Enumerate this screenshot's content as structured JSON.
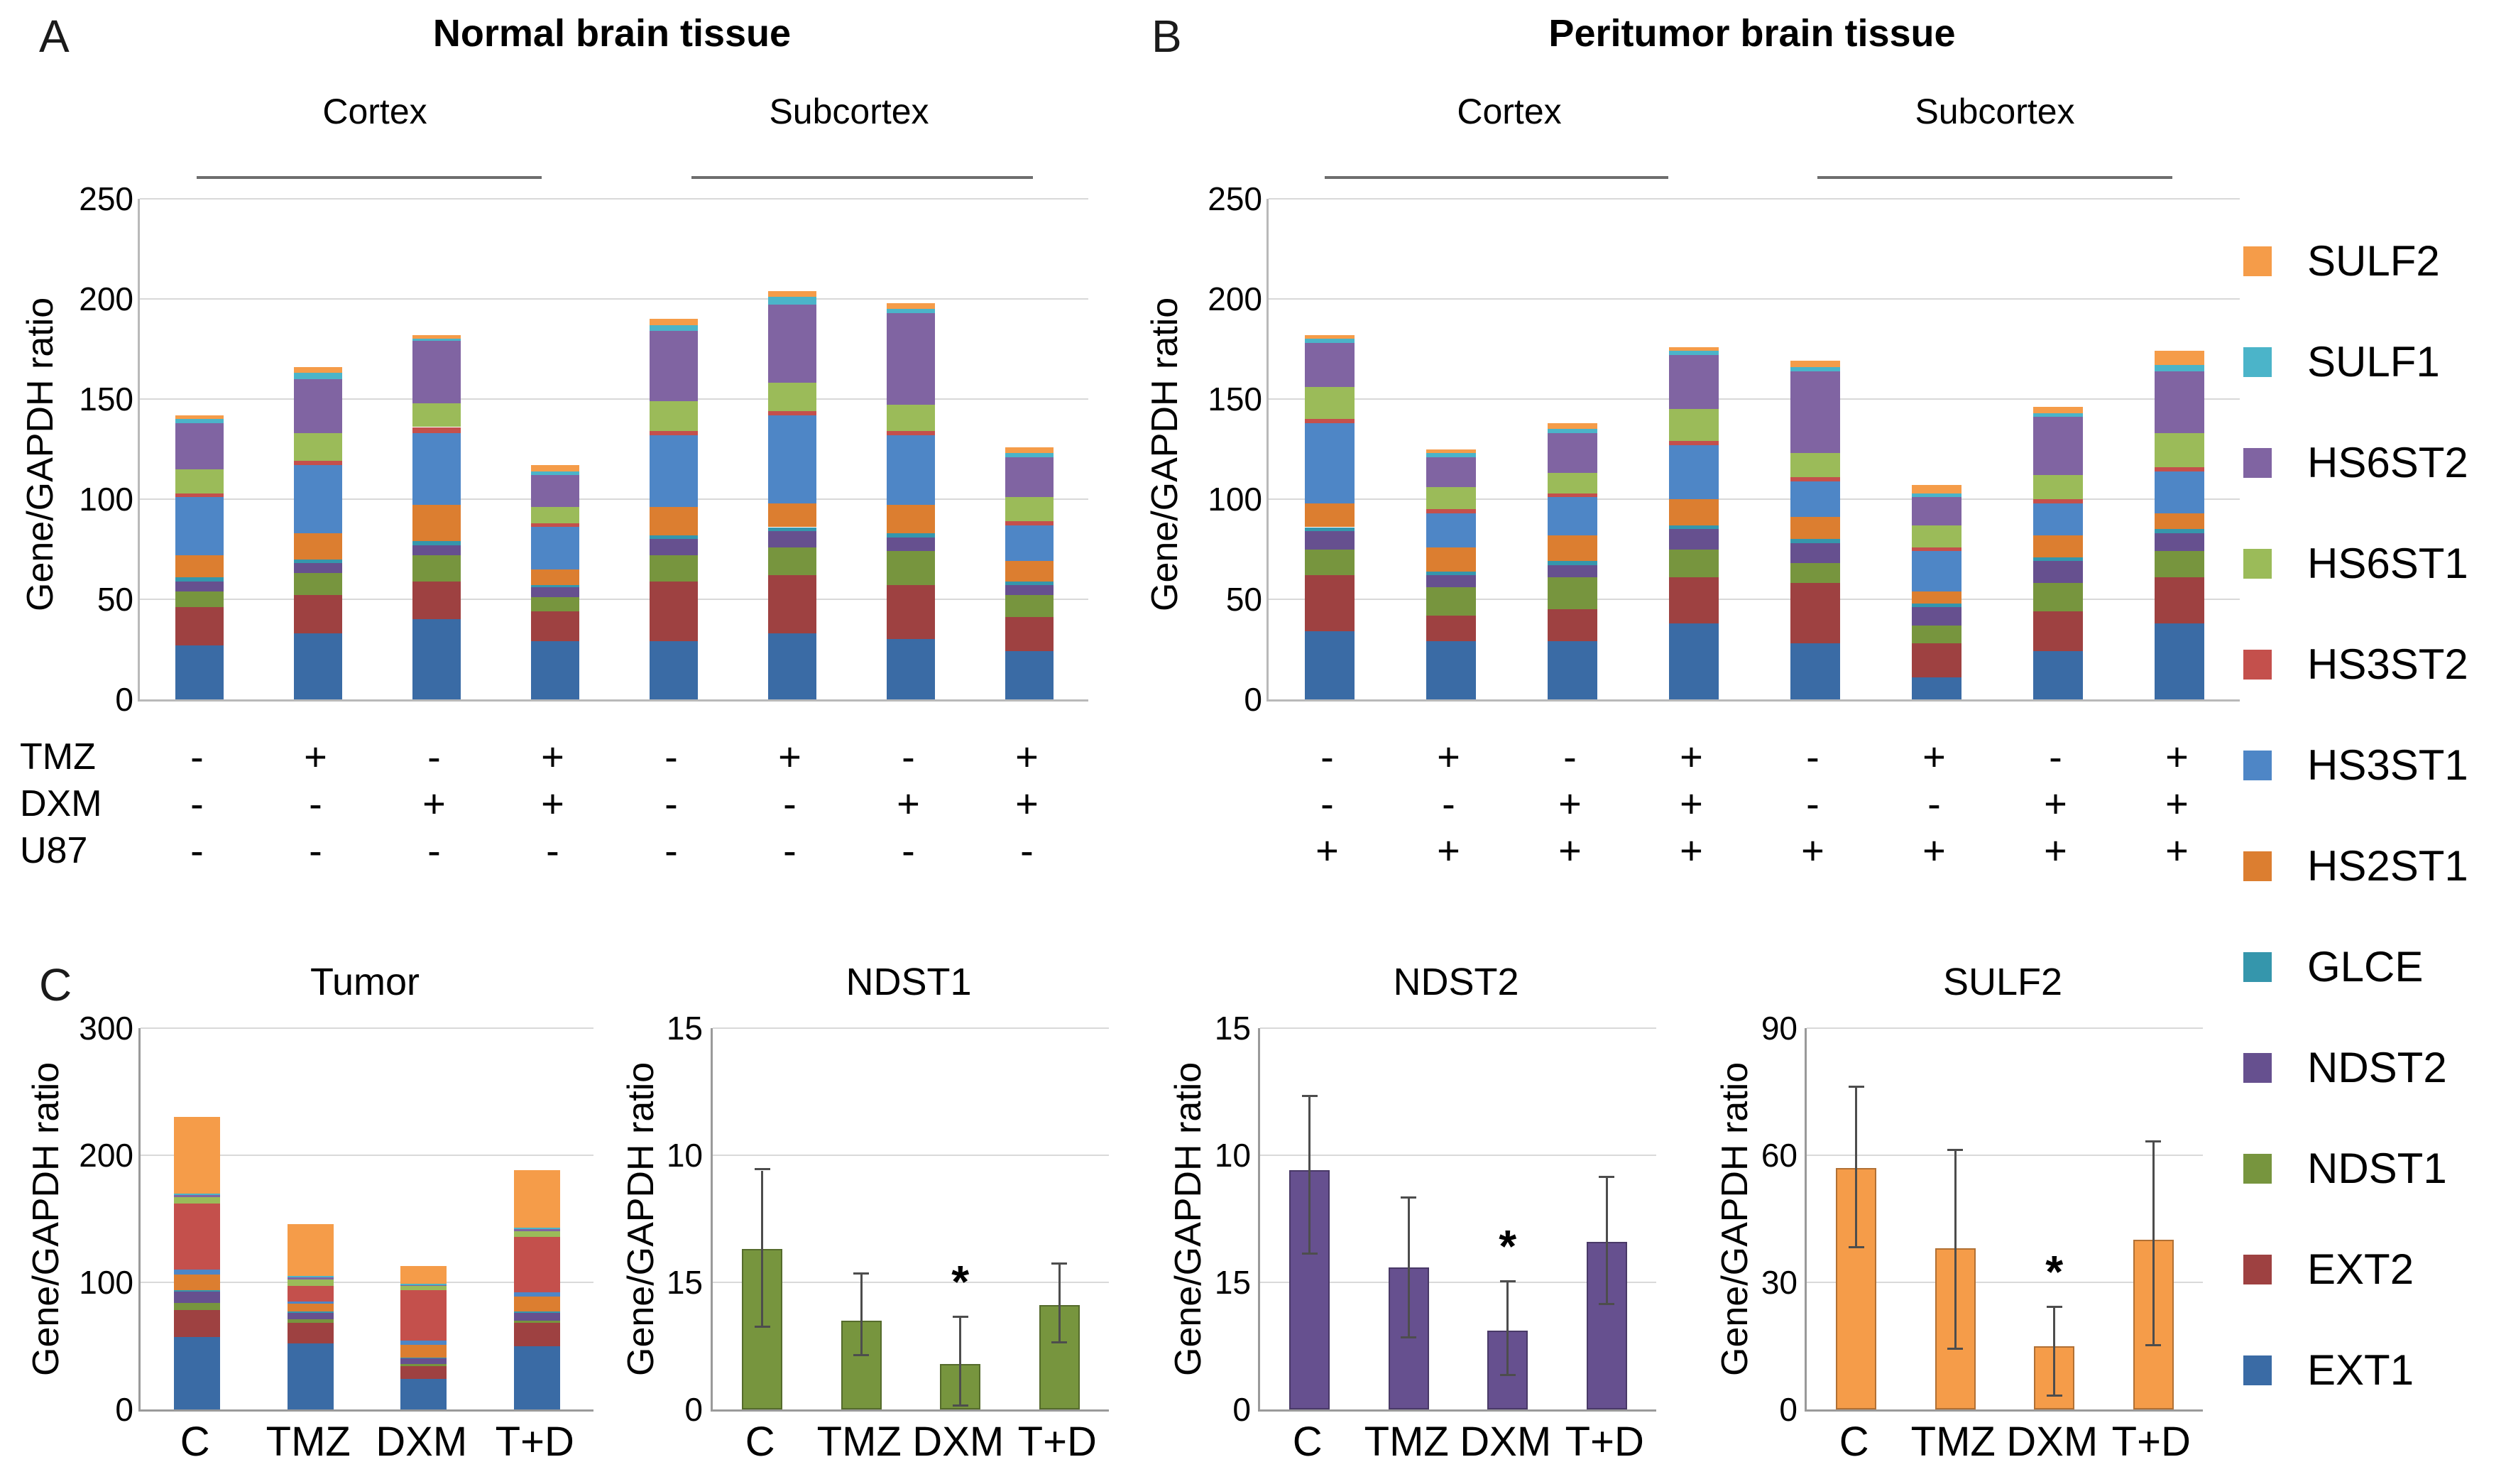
{
  "colors": {
    "EXT1": "#3a6ba5",
    "EXT2": "#9e4141",
    "NDST1": "#77953e",
    "NDST2": "#66508f",
    "GLCE": "#3596ac",
    "HS2ST1": "#dc7e30",
    "HS3ST1": "#4e86c6",
    "HS3ST2": "#c4504c",
    "HS6ST1": "#9bbb59",
    "HS6ST2": "#8064a2",
    "SULF1": "#4bb4c9",
    "SULF2": "#f59c49"
  },
  "legend": {
    "items": [
      {
        "key": "SULF2",
        "label": "SULF2"
      },
      {
        "key": "SULF1",
        "label": "SULF1"
      },
      {
        "key": "HS6ST2",
        "label": "HS6ST2"
      },
      {
        "key": "HS6ST1",
        "label": "HS6ST1"
      },
      {
        "key": "HS3ST2",
        "label": "HS3ST2"
      },
      {
        "key": "HS3ST1",
        "label": "HS3ST1"
      },
      {
        "key": "HS2ST1",
        "label": "HS2ST1"
      },
      {
        "key": "GLCE",
        "label": "GLCE"
      },
      {
        "key": "NDST2",
        "label": "NDST2"
      },
      {
        "key": "NDST1",
        "label": "NDST1"
      },
      {
        "key": "EXT2",
        "label": "EXT2"
      },
      {
        "key": "EXT1",
        "label": "EXT1"
      }
    ]
  },
  "chart_data": [
    {
      "id": "panelA",
      "type": "stacked-bar",
      "panel_letter": "A",
      "title": "Normal brain tissue",
      "group_labels": [
        "Cortex",
        "Subcortex"
      ],
      "ylabel": "Gene/GAPDH ratio",
      "ymax": 250,
      "yticks": [
        "250",
        "200",
        "150",
        "100",
        "50",
        "0"
      ],
      "stack_order": [
        "EXT1",
        "EXT2",
        "NDST1",
        "NDST2",
        "GLCE",
        "HS2ST1",
        "HS3ST1",
        "HS3ST2",
        "HS6ST1",
        "HS6ST2",
        "SULF1",
        "SULF2"
      ],
      "condition_rows": [
        {
          "label": "TMZ",
          "values": [
            "-",
            "+",
            "-",
            "+",
            "-",
            "+",
            "-",
            "+"
          ]
        },
        {
          "label": "DXM",
          "values": [
            "-",
            "-",
            "+",
            "+",
            "-",
            "-",
            "+",
            "+"
          ]
        },
        {
          "label": "U87",
          "values": [
            "-",
            "-",
            "-",
            "-",
            "-",
            "-",
            "-",
            "-"
          ]
        }
      ],
      "bars": [
        [
          27,
          19,
          8,
          5,
          2,
          11,
          29,
          2,
          12,
          23,
          2,
          2
        ],
        [
          33,
          19,
          11,
          5,
          2,
          13,
          34,
          2,
          14,
          27,
          3,
          3
        ],
        [
          40,
          19,
          13,
          5,
          2,
          18,
          36,
          3,
          12,
          31,
          1,
          2
        ],
        [
          29,
          15,
          7,
          5,
          1,
          8,
          21,
          2,
          8,
          16,
          2,
          3
        ],
        [
          29,
          30,
          13,
          8,
          2,
          14,
          36,
          2,
          15,
          35,
          3,
          3
        ],
        [
          33,
          29,
          14,
          8,
          2,
          12,
          44,
          2,
          14,
          39,
          4,
          3
        ],
        [
          30,
          27,
          17,
          7,
          2,
          14,
          35,
          2,
          13,
          46,
          2,
          3
        ],
        [
          24,
          17,
          11,
          5,
          2,
          10,
          18,
          2,
          12,
          20,
          2,
          3
        ]
      ]
    },
    {
      "id": "panelB",
      "type": "stacked-bar",
      "panel_letter": "B",
      "title": "Peritumor brain tissue",
      "group_labels": [
        "Cortex",
        "Subcortex"
      ],
      "ylabel": "Gene/GAPDH ratio",
      "ymax": 250,
      "yticks": [
        "250",
        "200",
        "150",
        "100",
        "50",
        "0"
      ],
      "stack_order": [
        "EXT1",
        "EXT2",
        "NDST1",
        "NDST2",
        "GLCE",
        "HS2ST1",
        "HS3ST1",
        "HS3ST2",
        "HS6ST1",
        "HS6ST2",
        "SULF1",
        "SULF2"
      ],
      "condition_rows": [
        {
          "label": "",
          "values": [
            "-",
            "+",
            "-",
            "+",
            "-",
            "+",
            "-",
            "+"
          ]
        },
        {
          "label": "",
          "values": [
            "-",
            "-",
            "+",
            "+",
            "-",
            "-",
            "+",
            "+"
          ]
        },
        {
          "label": "",
          "values": [
            "+",
            "+",
            "+",
            "+",
            "+",
            "+",
            "+",
            "+"
          ]
        }
      ],
      "bars": [
        [
          34,
          28,
          13,
          9,
          2,
          12,
          40,
          2,
          16,
          22,
          2,
          2
        ],
        [
          29,
          13,
          14,
          6,
          2,
          12,
          17,
          2,
          11,
          15,
          2,
          2
        ],
        [
          29,
          16,
          16,
          6,
          2,
          13,
          19,
          2,
          10,
          20,
          2,
          3
        ],
        [
          38,
          23,
          14,
          10,
          2,
          13,
          27,
          2,
          16,
          27,
          2,
          2
        ],
        [
          28,
          30,
          10,
          10,
          2,
          11,
          18,
          2,
          12,
          41,
          2,
          3
        ],
        [
          11,
          17,
          9,
          9,
          2,
          6,
          20,
          2,
          11,
          14,
          2,
          4
        ],
        [
          24,
          20,
          14,
          11,
          2,
          11,
          16,
          2,
          12,
          29,
          2,
          3
        ],
        [
          38,
          23,
          13,
          9,
          2,
          8,
          21,
          2,
          17,
          31,
          3,
          7
        ]
      ]
    },
    {
      "id": "tumor",
      "type": "stacked-bar",
      "panel_letter": "C",
      "title": "Tumor",
      "ylabel": "Gene/GAPDH ratio",
      "ymax": 300,
      "yticks": [
        "300",
        "200",
        "100",
        "0"
      ],
      "categories": [
        "C",
        "TMZ",
        "DXM",
        "T+D"
      ],
      "stack_order": [
        "EXT1",
        "EXT2",
        "NDST1",
        "NDST2",
        "GLCE",
        "HS2ST1",
        "HS3ST1",
        "HS3ST2",
        "HS6ST1",
        "HS6ST2",
        "SULF1",
        "SULF2"
      ],
      "bars": [
        [
          57,
          21,
          6,
          9,
          1,
          12,
          4,
          52,
          5,
          2,
          1,
          60
        ],
        [
          52,
          16,
          3,
          5,
          1,
          6,
          2,
          12,
          5,
          2,
          1,
          41
        ],
        [
          24,
          10,
          2,
          4,
          1,
          10,
          3,
          40,
          3,
          1,
          1,
          14
        ],
        [
          50,
          18,
          2,
          6,
          1,
          12,
          3,
          44,
          4,
          2,
          1,
          45
        ]
      ]
    },
    {
      "id": "ndst1",
      "type": "error-bar",
      "title": "NDST1",
      "ylabel": "Gene/GAPDH ratio",
      "ymax": 15,
      "yticks": [
        "15",
        "10",
        "15",
        "0"
      ],
      "categories": [
        "C",
        "TMZ",
        "DXM",
        "T+D"
      ],
      "bar_color_key": "NDST1",
      "values": [
        6.3,
        3.5,
        1.8,
        4.1
      ],
      "error_high": [
        9.4,
        5.3,
        3.6,
        5.7
      ],
      "error_low": [
        3.2,
        2.1,
        0.1,
        2.6
      ],
      "significance": [
        "",
        "",
        "*",
        ""
      ]
    },
    {
      "id": "ndst2",
      "type": "error-bar",
      "title": "NDST2",
      "ylabel": "Gene/GAPDH ratio",
      "ymax": 15,
      "yticks": [
        "15",
        "10",
        "15",
        "0"
      ],
      "categories": [
        "C",
        "TMZ",
        "DXM",
        "T+D"
      ],
      "bar_color_key": "NDST2",
      "values": [
        9.4,
        5.6,
        3.1,
        6.6
      ],
      "error_high": [
        12.3,
        8.3,
        5.0,
        9.1
      ],
      "error_low": [
        6.1,
        2.8,
        1.3,
        4.1
      ],
      "significance": [
        "",
        "",
        "*",
        ""
      ]
    },
    {
      "id": "sulf2",
      "type": "error-bar",
      "title": "SULF2",
      "ylabel": "Gene/GAPDH ratio",
      "ymax": 90,
      "yticks": [
        "90",
        "60",
        "30",
        "0"
      ],
      "categories": [
        "C",
        "TMZ",
        "DXM",
        "T+D"
      ],
      "bar_color_key": "SULF2",
      "values": [
        57,
        38,
        15,
        40
      ],
      "error_high": [
        76,
        61,
        24,
        63
      ],
      "error_low": [
        38,
        14,
        3,
        15
      ],
      "significance": [
        "",
        "",
        "*",
        ""
      ]
    }
  ]
}
